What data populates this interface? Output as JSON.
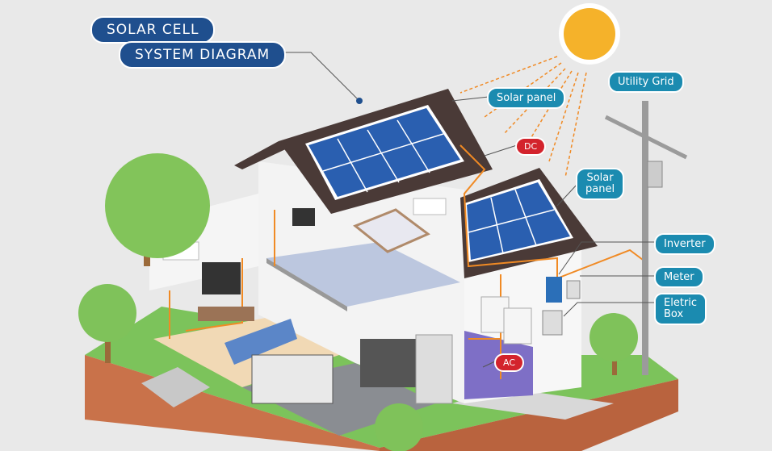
{
  "title": {
    "line1": "SOLAR CELL",
    "line2": "SYSTEM DIAGRAM"
  },
  "labels": {
    "solar_panel_main": "Solar panel",
    "dc": "DC",
    "solar_panel_side_1": "Solar",
    "solar_panel_side_2": "panel",
    "utility_grid": "Utility Grid",
    "inverter": "Inverter",
    "meter": "Meter",
    "electric_box_1": "Eletric",
    "electric_box_2": "Box",
    "ac": "AC"
  },
  "colors": {
    "label": "#1b8bb0",
    "title": "#1f4f8e",
    "current": "#d3232c",
    "wire": "#f08a24",
    "panel": "#2a5fb0"
  }
}
